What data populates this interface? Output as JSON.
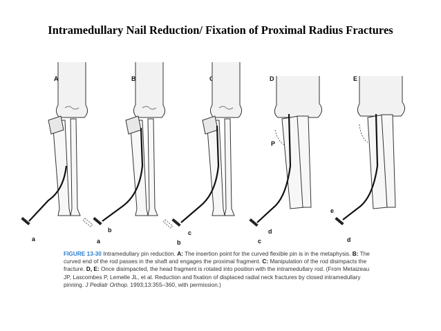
{
  "title": "Intramedullary Nail Reduction/ Fixation of Proximal Radius Fractures",
  "panels": [
    {
      "letter": "A",
      "pin_label": "a"
    },
    {
      "letter": "B",
      "pin_label": "b",
      "arrow_label": "a"
    },
    {
      "letter": "C",
      "pin_label": "c",
      "arrow_label": "b"
    },
    {
      "letter": "D",
      "pin_label": "d",
      "arrow_label": "c",
      "fragment_label": "P"
    },
    {
      "letter": "E",
      "pin_label": "d",
      "arrow_label": "e"
    }
  ],
  "caption": {
    "figure_label": "FIGURE 13-30",
    "intro": "Intramedullary pin reduction.",
    "a_label": "A:",
    "a_text": "The insertion point for the curved flexible pin is in the metaphysis.",
    "b_label": "B:",
    "b_text": "The curved end of the rod passes in the shaft and engages the proximal fragment.",
    "c_label": "C:",
    "c_text": "Manipulation of the rod disimpacts the fracture.",
    "de_label": "D, E:",
    "de_text": "Once disimpacted, the head fragment is rotated into position with the intramedullary rod. (From Metaizeau JP, Lascombes P, Lemelle JL, et al. Reduction and fixation of displaced radial neck fractures by closed intramedullary pinning.",
    "journal": "J Pediatr Orthop.",
    "citation": "1993;13:355–360, with permission.)"
  },
  "colors": {
    "figure_label": "#2e7fd1",
    "ink": "#222222",
    "bone_fill": "#f2f2f2"
  }
}
